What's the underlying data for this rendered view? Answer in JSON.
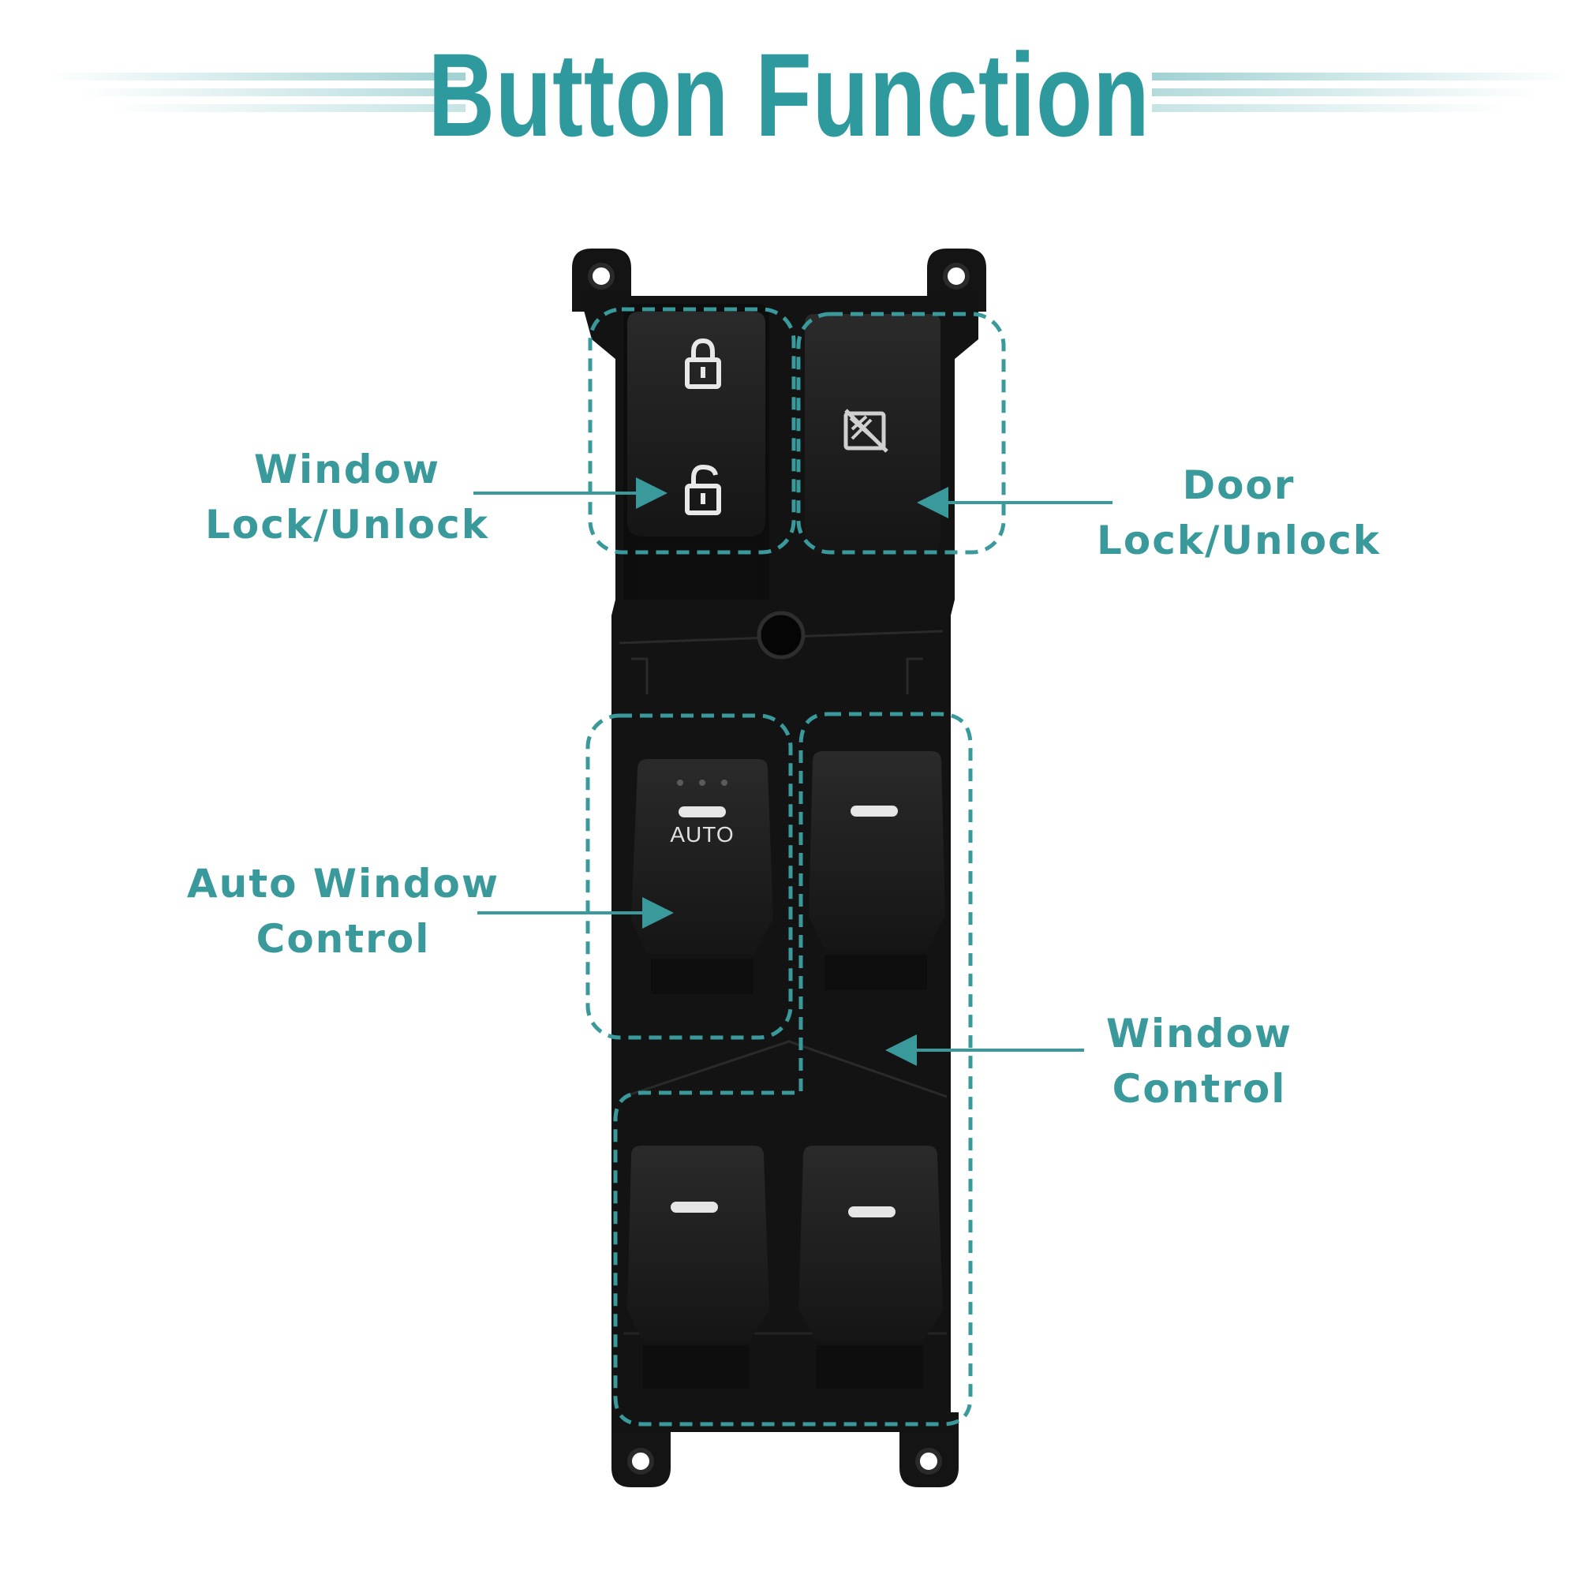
{
  "title": "Button Function",
  "colors": {
    "accent": "#2f9a9d",
    "panel": "#131313",
    "button": "#1d1d1d"
  },
  "labels": {
    "window_lock": {
      "line1": "Window",
      "line2": "Lock/Unlock"
    },
    "door_lock": {
      "line1": "Door",
      "line2": "Lock/Unlock"
    },
    "auto_window": {
      "line1": "Auto Window",
      "line2": "Control"
    },
    "window_control": {
      "line1": "Window",
      "line2": "Control"
    }
  },
  "button_text": {
    "auto": "AUTO"
  },
  "icons": [
    "lock-closed-icon",
    "lock-open-icon",
    "window-lockout-icon"
  ]
}
